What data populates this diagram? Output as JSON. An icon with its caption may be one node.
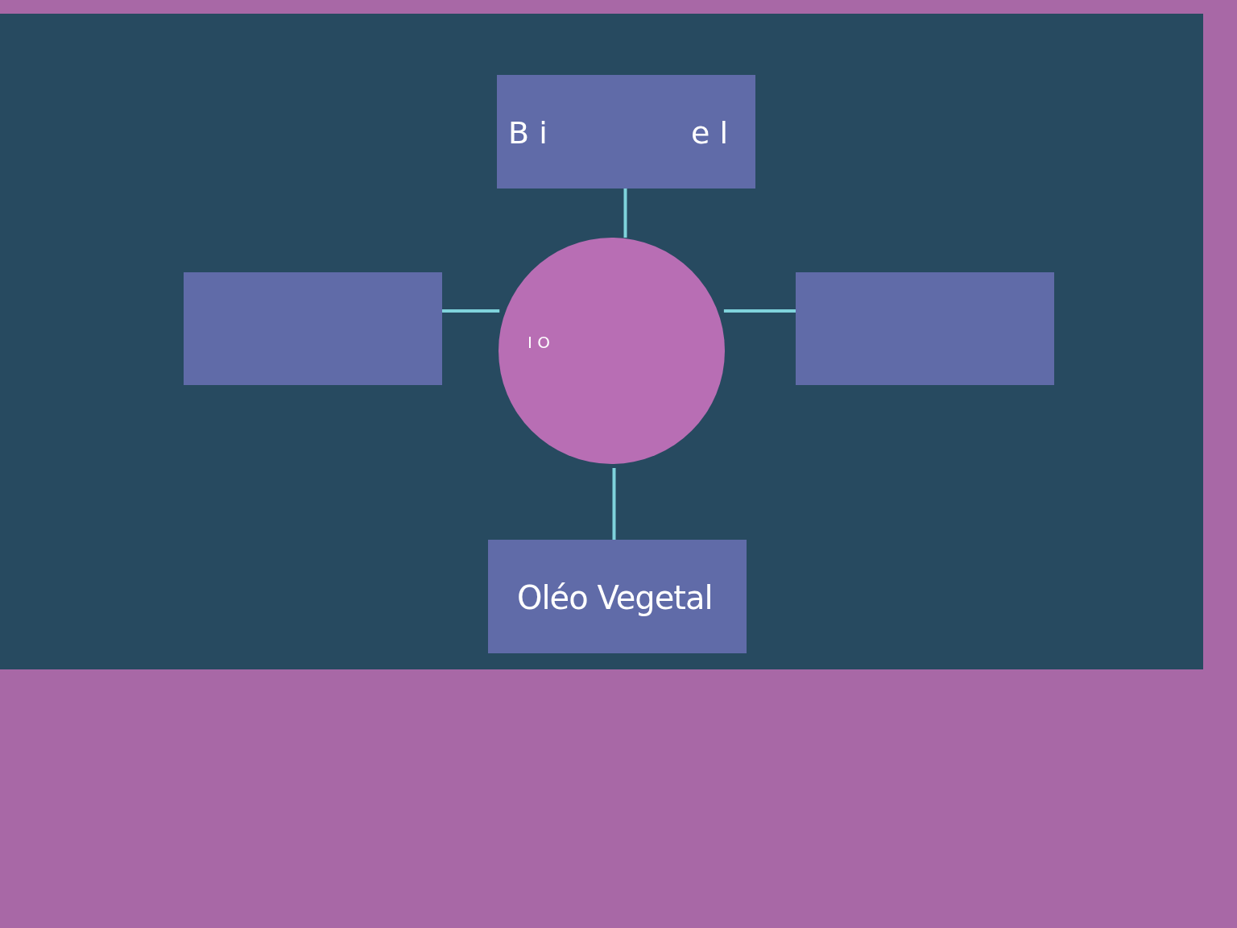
{
  "diagram": {
    "nodes": [
      {
        "text": [
          "B i",
          "e l"
        ]
      },
      {
        "text": [],
        "shape": "box"
      },
      {
        "text": [
          "I O"
        ]
      },
      {
        "text": [],
        "shape": "box"
      },
      {
        "text": [
          "Oléo Vegetal"
        ]
      }
    ],
    "edges": [
      {
        "from": 2,
        "to": 0,
        "arrow": "none"
      },
      {
        "from": 1,
        "to": 2,
        "arrow": "none"
      },
      {
        "from": 2,
        "to": 3,
        "arrow": "none"
      },
      {
        "from": 2,
        "to": 4,
        "arrow": "none"
      }
    ]
  }
}
